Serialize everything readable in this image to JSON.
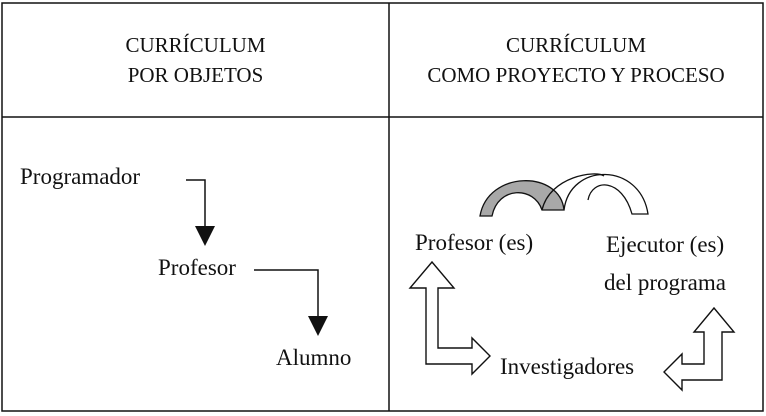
{
  "header": {
    "left": {
      "line1": "CURRÍCULUM",
      "line2": "POR OBJETOS"
    },
    "right": {
      "line1": "CURRÍCULUM",
      "line2": "COMO PROYECTO Y PROCESO"
    }
  },
  "left_panel": {
    "programmer": "Programador",
    "teacher": "Profesor",
    "student": "Alumno"
  },
  "right_panel": {
    "teachers": "Profesor (es)",
    "executor_line1": "Ejecutor (es)",
    "executor_line2": "del programa",
    "researchers": "Investigadores"
  },
  "colors": {
    "line": "#111111",
    "bridge_fill": "#a8a8a8"
  }
}
